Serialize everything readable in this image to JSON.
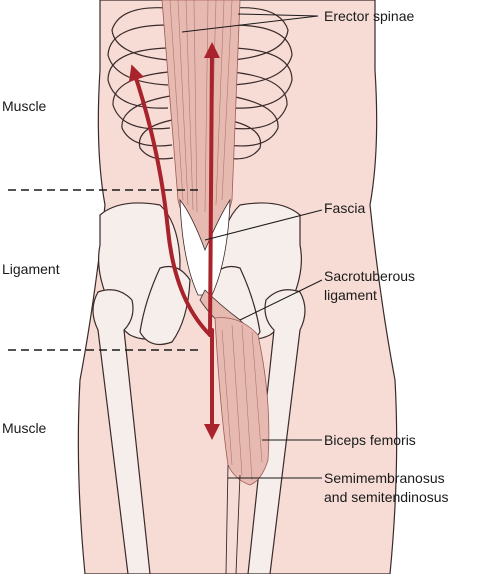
{
  "labels": {
    "erector_spinae": "Erector spinae",
    "fascia": "Fascia",
    "sacrotuberous_line1": "Sacrotuberous",
    "sacrotuberous_line2": "ligament",
    "biceps_femoris": "Biceps femoris",
    "semimembranosus_line1": "Semimembranosus",
    "semimembranosus_line2": "and semitendinosus"
  },
  "regions": {
    "upper": "Muscle",
    "middle": "Ligament",
    "lower": "Muscle"
  },
  "colors": {
    "skin": "#f7dcd5",
    "bone": "#f6eeea",
    "muscle": "#e6b9b1",
    "muscle_line": "#a05a55",
    "arrow": "#a8232c",
    "outline": "#3a2a2a"
  }
}
